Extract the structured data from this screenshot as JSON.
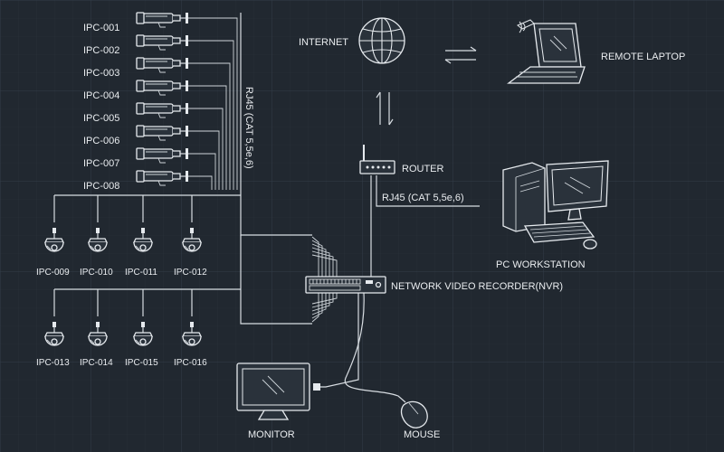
{
  "labels": {
    "internet": "INTERNET",
    "remote_laptop": "REMOTE LAPTOP",
    "router": "ROUTER",
    "rj45_vertical": "RJ45 (CAT 5,5e,6)",
    "rj45_horizontal": "RJ45 (CAT 5,5e,6)",
    "pc_workstation": "PC WORKSTATION",
    "nvr": "NETWORK VIDEO RECORDER(NVR)",
    "monitor": "MONITOR",
    "mouse": "MOUSE"
  },
  "bullet_cameras": [
    "IPC-001",
    "IPC-002",
    "IPC-003",
    "IPC-004",
    "IPC-005",
    "IPC-006",
    "IPC-007",
    "IPC-008"
  ],
  "dome_cameras_row1": [
    "IPC-009",
    "IPC-010",
    "IPC-011",
    "IPC-012"
  ],
  "dome_cameras_row2": [
    "IPC-013",
    "IPC-014",
    "IPC-015",
    "IPC-016"
  ],
  "colors": {
    "background": "#212830",
    "grid": "#2e3741",
    "line": "#d8dde2"
  },
  "icons": [
    "globe-icon",
    "laptop-icon",
    "router-icon",
    "desktop-pc-icon",
    "nvr-icon",
    "monitor-icon",
    "mouse-icon",
    "bullet-camera-icon",
    "dome-camera-icon"
  ]
}
